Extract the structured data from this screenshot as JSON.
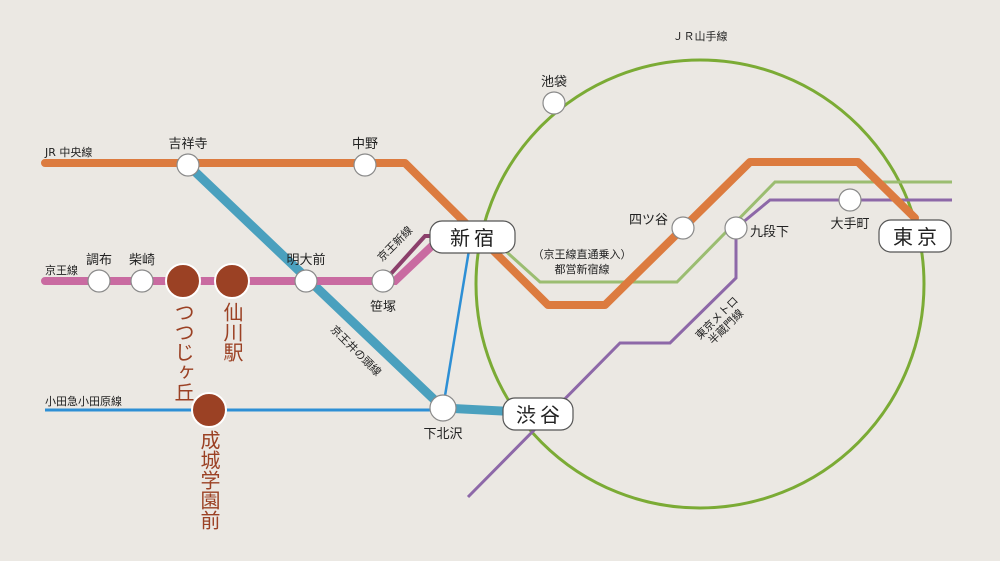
{
  "colors": {
    "chuo": "#dc7b3f",
    "inokashira": "#4aa0be",
    "keio": "#c96ba1",
    "keio_new": "#8b3f6b",
    "odakyu": "#2d8fd5",
    "yamanote": "#7bab35",
    "toei_shinjuku": "#9bbd71",
    "hanzomon": "#8d68a8",
    "highlight": "#9b4124"
  },
  "lines": {
    "chuo": "JR 中央線",
    "keio": "京王線",
    "odakyu": "小田急小田原線",
    "yamanote": "ＪＲ山手線",
    "keio_new": "京王新線",
    "inokashira": "京王井の頭線",
    "toei_shinjuku_1": "（京王線直通乗入）",
    "toei_shinjuku_2": "都営新宿線",
    "hanzomon_1": "東京メトロ",
    "hanzomon_2": "半蔵門線"
  },
  "stations": {
    "kichijoji": "吉祥寺",
    "nakano": "中野",
    "chofu": "調布",
    "shibasaki": "柴崎",
    "meidaimae": "明大前",
    "sasazuka": "笹塚",
    "shimokitazawa": "下北沢",
    "ikebukuro": "池袋",
    "yotsuya": "四ツ谷",
    "kudanshita": "九段下",
    "otemachi": "大手町",
    "shinjuku": "新宿",
    "tokyo": "東京",
    "shibuya": "渋谷"
  },
  "highlight_stations": {
    "tsutsujigaoka": "つつじヶ丘",
    "sengawa": "仙川駅",
    "seijogakuenmae": "成城学園前"
  }
}
